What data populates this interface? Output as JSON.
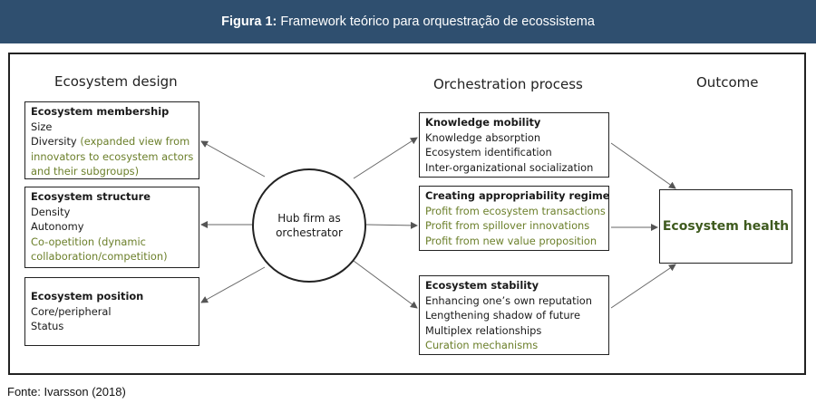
{
  "header": {
    "label": "Figura 1:",
    "title": "Framework teórico para orquestração de ecossistema"
  },
  "columns": {
    "design": "Ecosystem design",
    "process": "Orchestration process",
    "outcome": "Outcome"
  },
  "design_boxes": [
    {
      "title": "Ecosystem membership",
      "lines": [
        "Size",
        "Diversity"
      ],
      "green": [
        "(expanded view from",
        "innovators to ecosystem actors",
        "and their subgroups)"
      ]
    },
    {
      "title": "Ecosystem structure",
      "lines": [
        "Density",
        "Autonomy"
      ],
      "green": [
        "Co-opetition (dynamic",
        "collaboration/competition)"
      ]
    },
    {
      "title": "Ecosystem position",
      "lines": [
        "Core/peripheral",
        "Status"
      ],
      "green": []
    }
  ],
  "hub": {
    "line1": "Hub firm as",
    "line2": "orchestrator"
  },
  "process_boxes": [
    {
      "title": "Knowledge mobility",
      "lines": [
        "Knowledge absorption",
        "Ecosystem identification",
        "Inter-organizational socialization"
      ],
      "green": []
    },
    {
      "title": "Creating appropriability regime",
      "lines": [],
      "green": [
        "Profit from ecosystem transactions",
        "Profit from spillover innovations",
        "Profit from new value proposition"
      ]
    },
    {
      "title": "Ecosystem stability",
      "lines": [
        "Enhancing one’s own reputation",
        "Lengthening shadow of future",
        "Multiplex relationships"
      ],
      "green": [
        "Curation mechanisms"
      ]
    }
  ],
  "outcome": {
    "label": "Ecosystem health"
  },
  "source": "Fonte: Ivarsson (2018)",
  "colors": {
    "header_bg": "#2f4f6f",
    "green_text": "#6b7f2a",
    "health_text": "#3e5a1e"
  }
}
